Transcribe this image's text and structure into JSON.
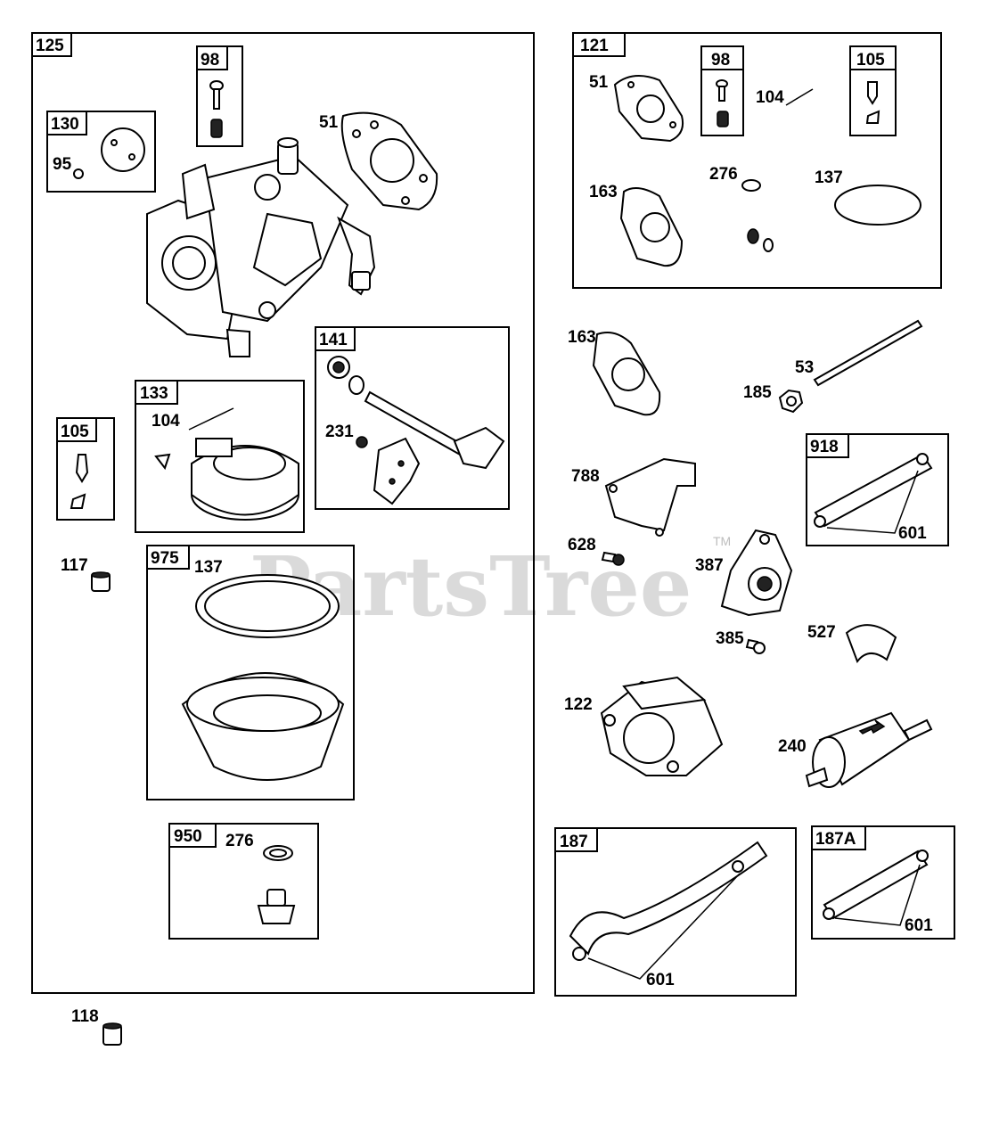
{
  "watermark": {
    "text": "PartsTree",
    "trademark": "TM"
  },
  "boxes": {
    "b125": "125",
    "b98a": "98",
    "b130": "130",
    "b141": "141",
    "b133": "133",
    "b105a": "105",
    "b975": "975",
    "b950": "950",
    "b121": "121",
    "b98b": "98",
    "b105b": "105",
    "b918": "918",
    "b187": "187",
    "b187a": "187A"
  },
  "labels": {
    "l51a": "51",
    "l95": "95",
    "l104a": "104",
    "l231": "231",
    "l117": "117",
    "l137a": "137",
    "l276a": "276",
    "l118": "118",
    "l51b": "51",
    "l104b": "104",
    "l163a": "163",
    "l276b": "276",
    "l137b": "137",
    "l163b": "163",
    "l53": "53",
    "l185": "185",
    "l788": "788",
    "l601a": "601",
    "l628": "628",
    "l387": "387",
    "l527": "527",
    "l385": "385",
    "l122": "122",
    "l240": "240",
    "l601b": "601",
    "l601c": "601"
  }
}
